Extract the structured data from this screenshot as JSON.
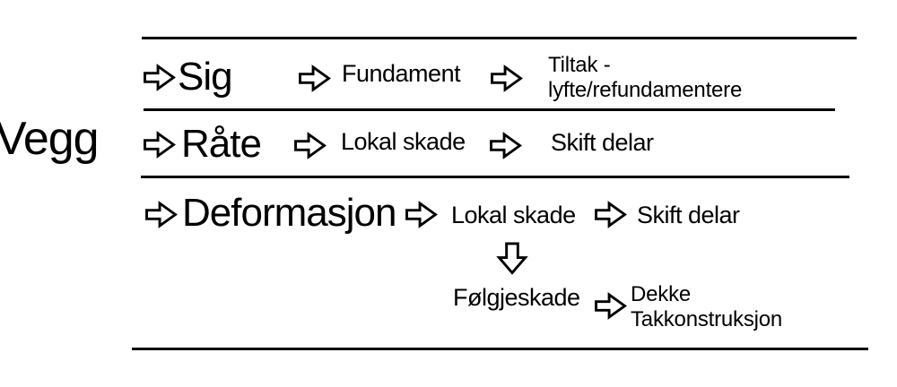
{
  "colors": {
    "ink": "#000000",
    "background": "#ffffff"
  },
  "icons": {
    "flow_arrow": "right-arrow",
    "branch_arrow": "down-arrow"
  },
  "diagram": {
    "section_label": "Vegg",
    "rows": [
      {
        "cause": "Sig",
        "effect": "Fundament",
        "action_line1": "Tiltak -",
        "action_line2": "lyfte/refundamentere"
      },
      {
        "cause": "Råte",
        "effect": "Lokal skade",
        "action": "Skift delar"
      },
      {
        "cause": "Deformasjon",
        "effect": "Lokal skade",
        "action": "Skift delar"
      }
    ],
    "branch": {
      "effect": "Følgjeskade",
      "action_line1": "Dekke",
      "action_line2": "Takkonstruksjon"
    }
  }
}
